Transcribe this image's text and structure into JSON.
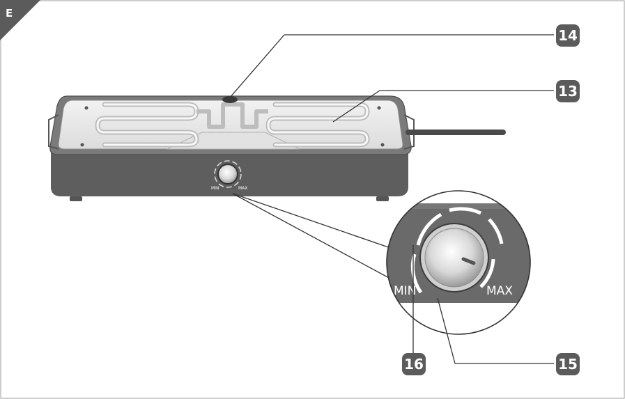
{
  "section_letter": "E",
  "callouts": {
    "c14": "14",
    "c13": "13",
    "c16": "16",
    "c15": "15"
  },
  "knob_small": {
    "min": "MIN",
    "max": "MAX"
  },
  "knob_zoom": {
    "min": "MIN",
    "max": "MAX"
  },
  "colors": {
    "body": "#6c6c6c",
    "plate": "#e9e9e9",
    "element": "#c9c9c9",
    "callout": "#5b5b5b"
  }
}
